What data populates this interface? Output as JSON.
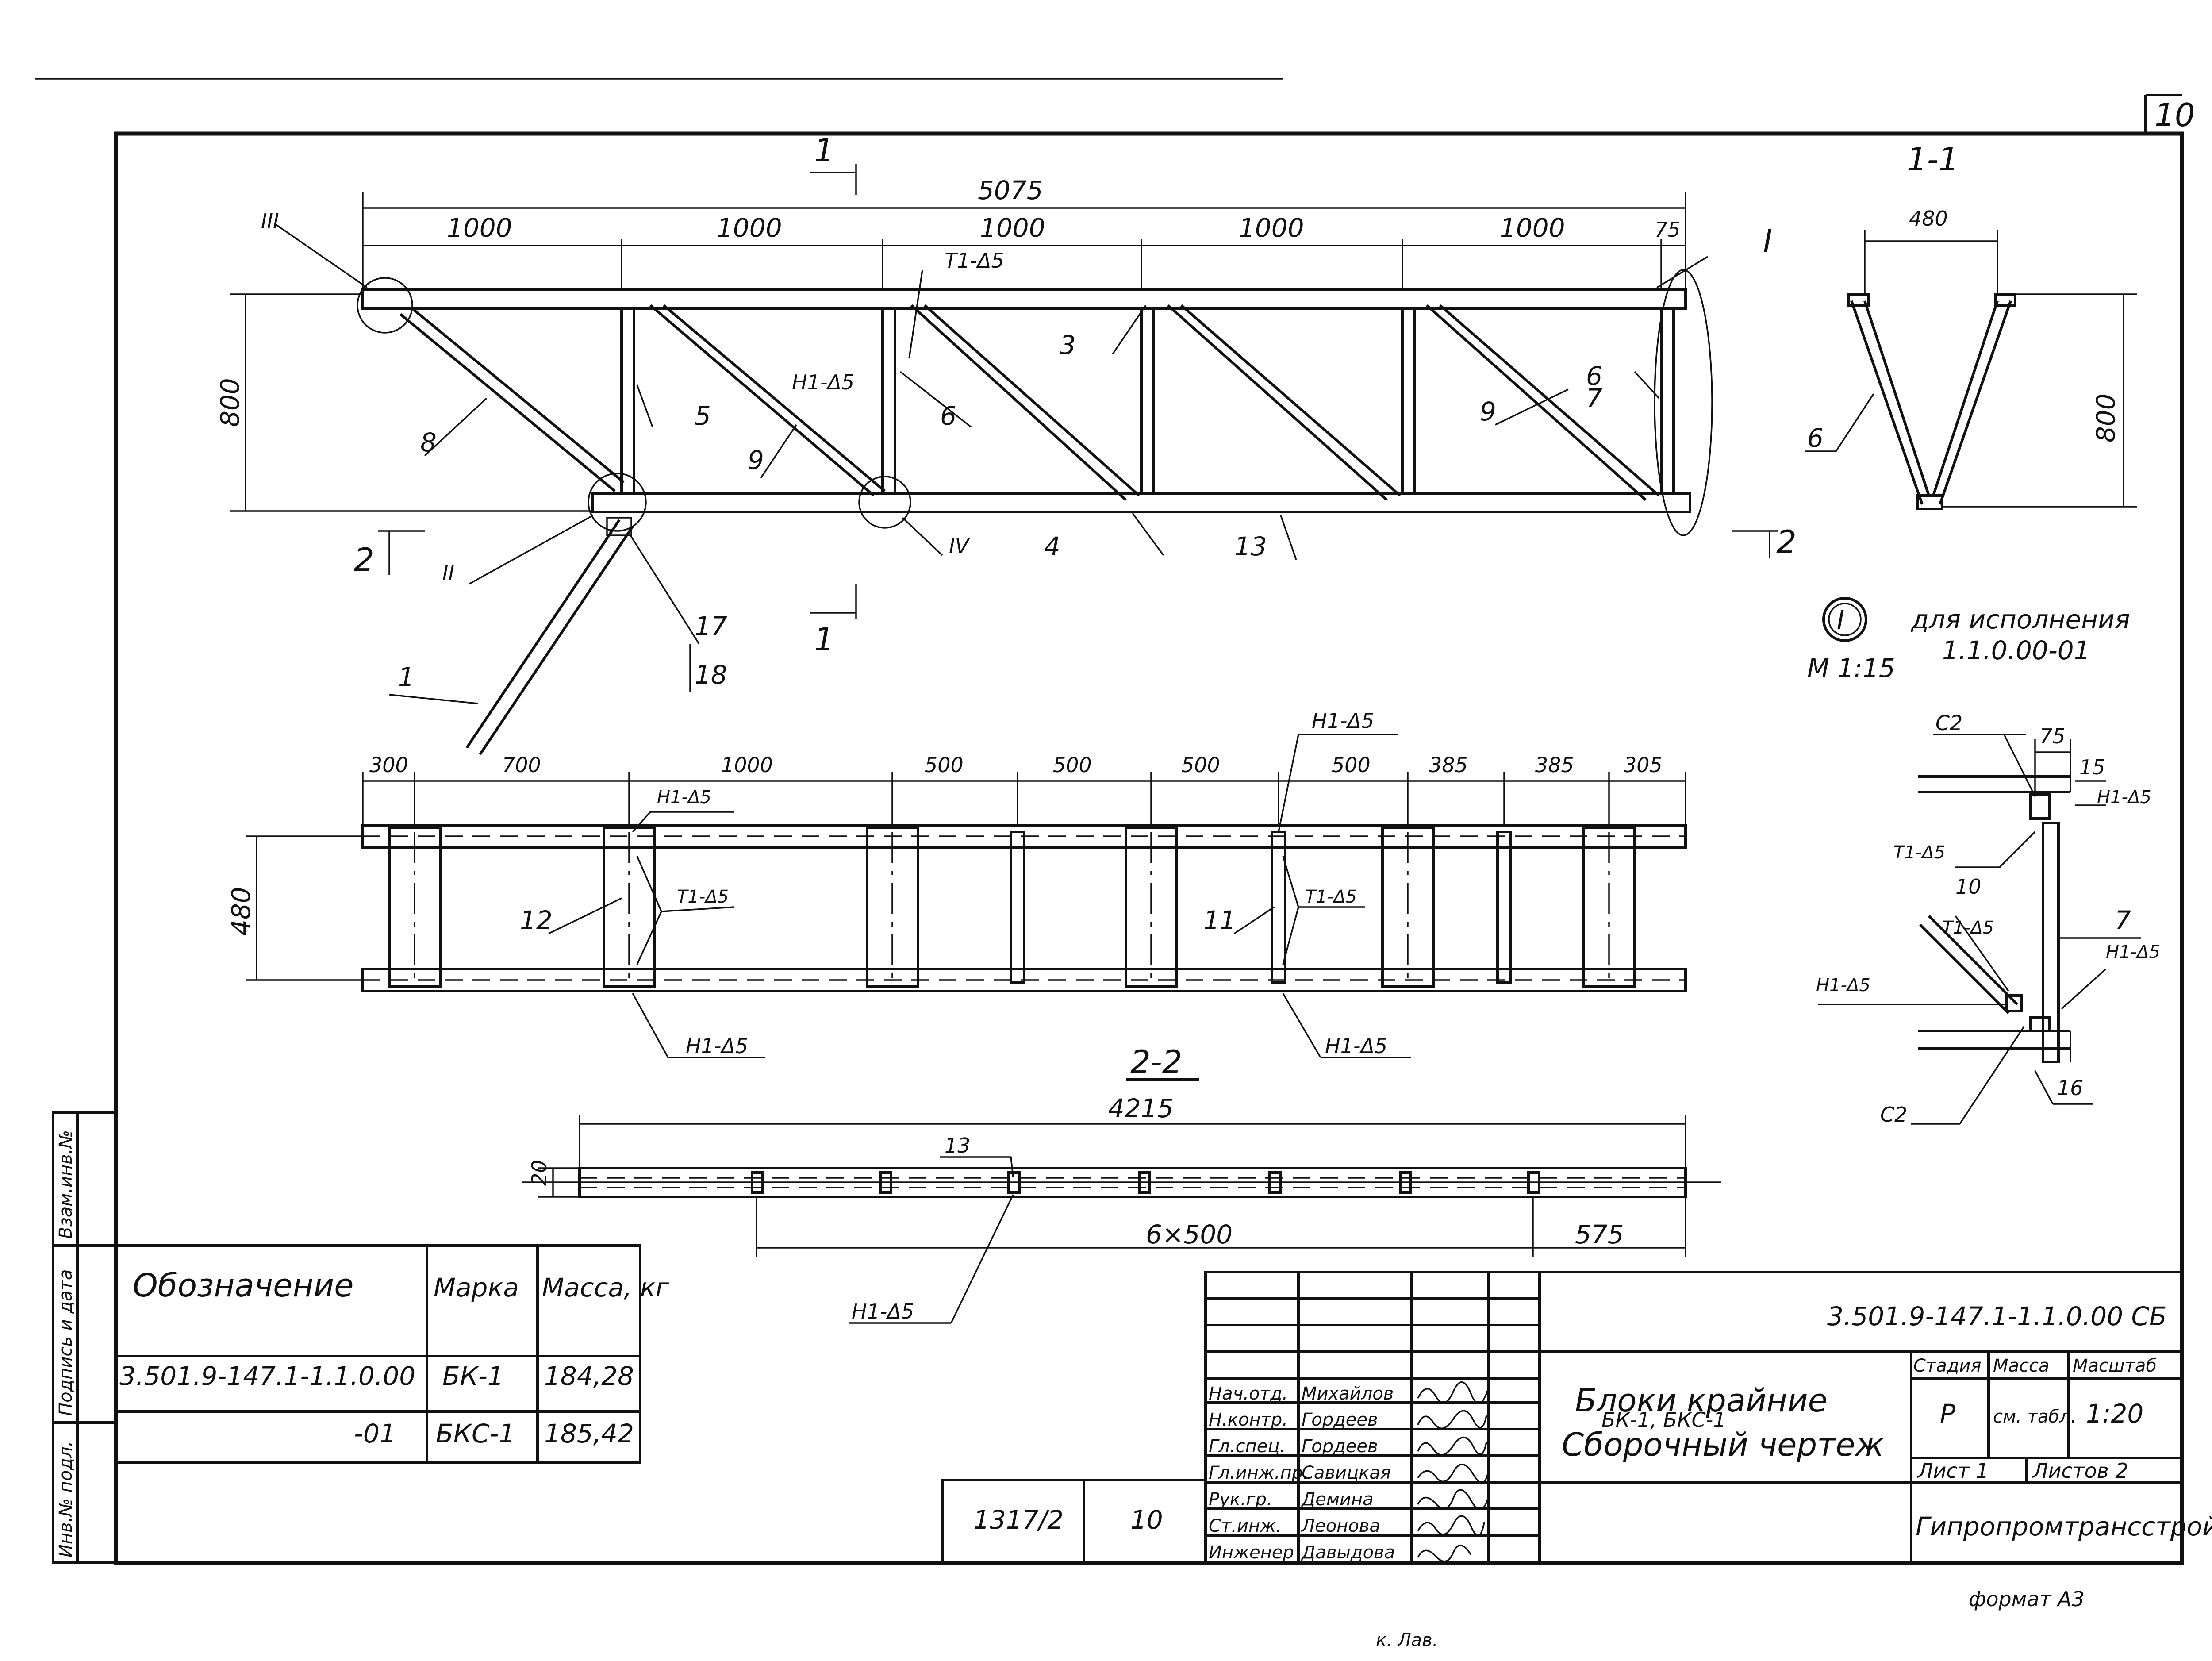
{
  "sheet": {
    "number": "10",
    "format": "формат А3",
    "bottom_note": "к. Лав."
  },
  "main_view": {
    "section_mark": "1",
    "overall_dim": "5075",
    "panel_dims": [
      "1000",
      "1000",
      "1000",
      "1000",
      "1000",
      "75"
    ],
    "height_dim": "800",
    "weld_mark_top": "Т1-Δ5",
    "weld_mark_mid": "Н1-Δ5",
    "section_2_mark": "2",
    "node_labels": [
      "III",
      "II",
      "IV",
      "I"
    ],
    "positions": [
      "8",
      "5",
      "9",
      "6",
      "3",
      "9",
      "6",
      "7",
      "4",
      "13",
      "17",
      "18",
      "1"
    ]
  },
  "section_1_1": {
    "title": "1-1",
    "width_dim": "480",
    "height_dim": "800",
    "position": "6"
  },
  "node_I": {
    "number": "I",
    "caption_line1": "для исполнения",
    "caption_line2": "1.1.0.00-01",
    "scale": "М 1:15",
    "dim": "75",
    "labels": [
      "С2",
      "15",
      "Н1-Δ5",
      "Т1-Δ5",
      "7",
      "10",
      "Т1-Δ5",
      "Н1-Δ5",
      "Н1-Δ5",
      "С2",
      "16"
    ]
  },
  "plan_view": {
    "dims": [
      "300",
      "700",
      "1000",
      "500",
      "500",
      "500",
      "500",
      "385",
      "385",
      "305"
    ],
    "width_dim": "480",
    "weld_marks": [
      "Н1-Δ5",
      "Т1-Δ5",
      "Н1-Δ5",
      "Н1-Δ5",
      "Т1-Δ5",
      "Н1-Δ5"
    ],
    "positions": [
      "12",
      "11"
    ]
  },
  "section_2_2": {
    "title": "2-2",
    "overall_dim": "4215",
    "height_dim": "20",
    "position": "13",
    "spacing_dim": "6×500",
    "end_dim": "575",
    "weld_mark": "Н1-Δ5"
  },
  "variants_table": {
    "headers": [
      "Обозначение",
      "Марка",
      "Масса, кг"
    ],
    "rows": [
      {
        "designation": "3.501.9-147.1-1.1.0.00",
        "mark": "БК-1",
        "mass": "184,28"
      },
      {
        "designation": "-01",
        "mark": "БКС-1",
        "mass": "185,42"
      }
    ]
  },
  "side_stamp": [
    "Инв.№ подл.",
    "Подпись и дата",
    "Взам.инв.№"
  ],
  "archive": {
    "code": "1317/2",
    "sheet": "10"
  },
  "title_block": {
    "document_code": "3.501.9-147.1-1.1.0.00 СБ",
    "name_line1": "Блоки крайние",
    "name_line2": "БК-1, БКС-1",
    "name_line3": "Сборочный чертеж",
    "stage_label": "Стадия",
    "stage": "Р",
    "mass_label": "Масса",
    "mass": "см. табл.",
    "scale_label": "Масштаб",
    "scale": "1:20",
    "sheet_label": "Лист 1",
    "sheets_label": "Листов 2",
    "organization": "Гипропромтрансстрой",
    "staff": [
      {
        "role": "Нач.отд.",
        "name": "Михайлов"
      },
      {
        "role": "Н.контр.",
        "name": "Гордеев"
      },
      {
        "role": "Гл.спец.",
        "name": "Гордеев"
      },
      {
        "role": "Гл.инж.пр.",
        "name": "Савицкая"
      },
      {
        "role": "Рук.гр.",
        "name": "Демина"
      },
      {
        "role": "Ст.инж.",
        "name": "Леонова"
      },
      {
        "role": "Инженер",
        "name": "Давыдова"
      }
    ]
  }
}
